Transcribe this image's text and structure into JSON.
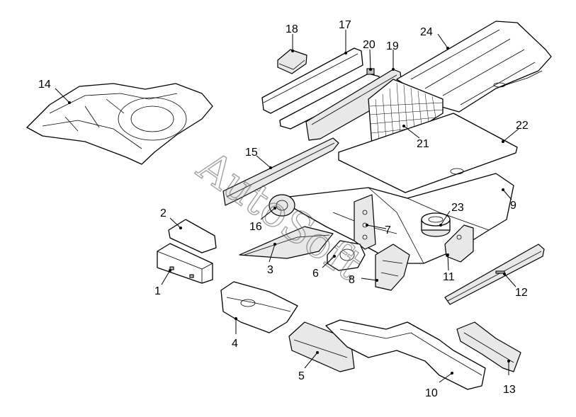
{
  "watermark": "AutoSoft",
  "callouts": [
    {
      "id": "1",
      "label": "1"
    },
    {
      "id": "2",
      "label": "2"
    },
    {
      "id": "3",
      "label": "3"
    },
    {
      "id": "4",
      "label": "4"
    },
    {
      "id": "5",
      "label": "5"
    },
    {
      "id": "6",
      "label": "6"
    },
    {
      "id": "7",
      "label": "7"
    },
    {
      "id": "8",
      "label": "8"
    },
    {
      "id": "9",
      "label": "9"
    },
    {
      "id": "10",
      "label": "10"
    },
    {
      "id": "11",
      "label": "11"
    },
    {
      "id": "12",
      "label": "12"
    },
    {
      "id": "13",
      "label": "13"
    },
    {
      "id": "14",
      "label": "14"
    },
    {
      "id": "15",
      "label": "15"
    },
    {
      "id": "16",
      "label": "16"
    },
    {
      "id": "17",
      "label": "17"
    },
    {
      "id": "18",
      "label": "18"
    },
    {
      "id": "19",
      "label": "19"
    },
    {
      "id": "20",
      "label": "20"
    },
    {
      "id": "21",
      "label": "21"
    },
    {
      "id": "22",
      "label": "22"
    },
    {
      "id": "23",
      "label": "23"
    },
    {
      "id": "24",
      "label": "24"
    }
  ]
}
